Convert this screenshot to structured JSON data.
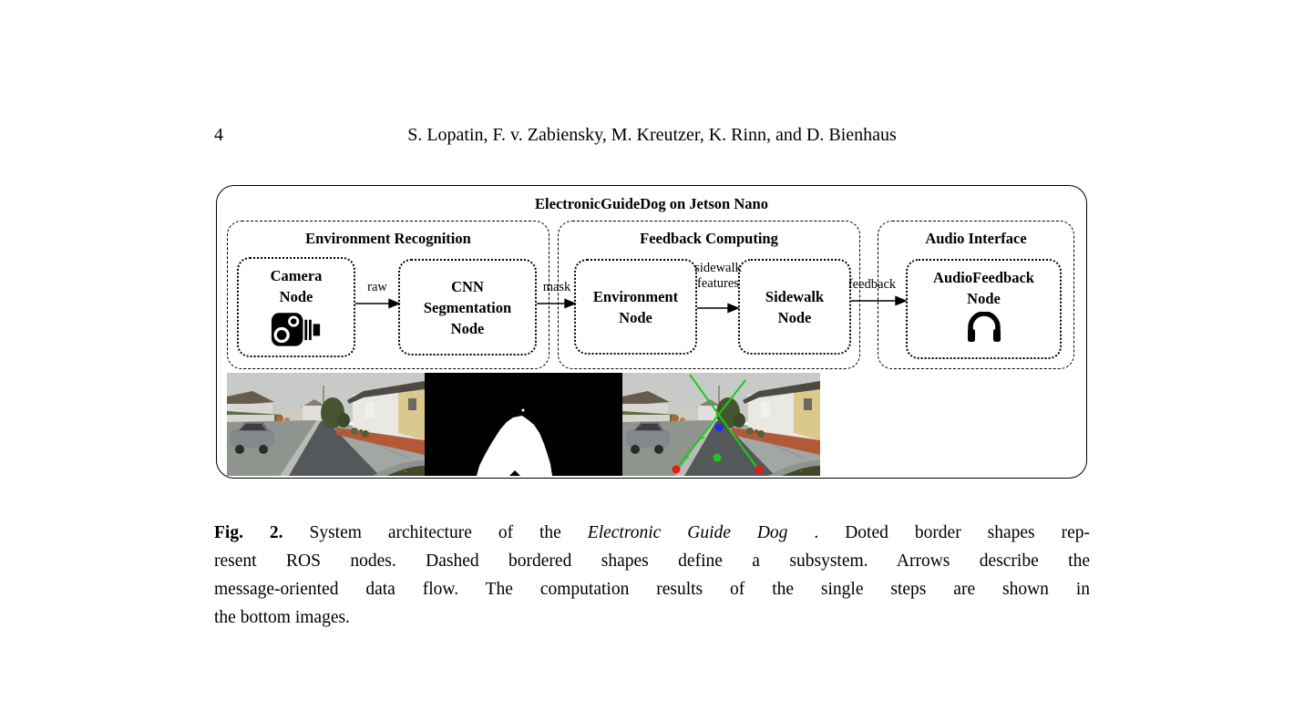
{
  "header": {
    "page_number": "4",
    "authors": "S. Lopatin, F. v. Zabiensky, M. Kreutzer, K. Rinn, and D. Bienhaus"
  },
  "figure": {
    "title": "ElectronicGuideDog on Jetson Nano",
    "subsystems": [
      {
        "title": "Environment Recognition",
        "nodes": [
          {
            "line1": "Camera",
            "line2": "Node",
            "icon": "video-camera-icon"
          },
          {
            "line1": "CNN",
            "line2": "Segmentation",
            "line3": "Node"
          }
        ]
      },
      {
        "title": "Feedback Computing",
        "nodes": [
          {
            "line1": "Environment",
            "line2": "Node"
          },
          {
            "line1": "Sidewalk",
            "line2": "Node"
          }
        ]
      },
      {
        "title": "Audio Interface",
        "nodes": [
          {
            "line1": "AudioFeedback",
            "line2": "Node",
            "icon": "headphones-icon"
          }
        ]
      }
    ],
    "arrows": [
      {
        "label": "raw"
      },
      {
        "label": "mask"
      },
      {
        "label_line1": "sidewalk",
        "label_line2": "features"
      },
      {
        "label": "feedback"
      }
    ],
    "images": [
      {
        "name": "camera-raw-street-photo"
      },
      {
        "name": "cnn-segmentation-mask"
      },
      {
        "name": "sidewalk-features-overlay-photo"
      }
    ],
    "colors": {
      "feature_line_green": "#1ec91e",
      "dot_blue": "#2233dd",
      "dot_green": "#21c421",
      "dot_red": "#e01b10"
    }
  },
  "caption": {
    "fig_label": "Fig. 2.",
    "line1_text": " System architecture of the ",
    "line1_italic": "Electronic Guide Dog",
    "line1_rest": " . Doted border shapes rep-",
    "line2": "resent ROS nodes. Dashed bordered shapes define a subsystem. Arrows describe the",
    "line3": "message-oriented data flow. The computation results of the single steps are shown in",
    "line4": "the bottom images."
  }
}
